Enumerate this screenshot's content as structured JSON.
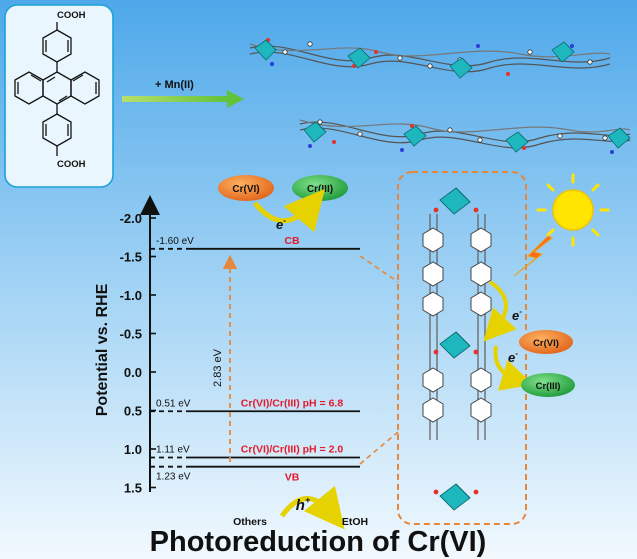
{
  "molecule": {
    "top_group": "COOH",
    "bottom_group": "COOH"
  },
  "reaction": {
    "reagent": "+ Mn(II)"
  },
  "energy_diagram": {
    "axis_title": "Potential vs. RHE",
    "y_ticks": [
      "-2.0",
      "-1.5",
      "-1.0",
      "-0.5",
      "0.0",
      "0.5",
      "1.0",
      "1.5"
    ],
    "levels": {
      "cb_value": "-1.60 eV",
      "cb_label": "CB",
      "l1_value": "0.51 eV",
      "l1_label": "Cr(VI)/Cr(III) pH = 6.8",
      "l2_value": "1.11 eV",
      "l2_label": "Cr(VI)/Cr(III) pH = 2.0",
      "vb_value": "1.23 eV",
      "vb_label": "VB"
    },
    "gap_label": "2.83 eV",
    "electron_label": "e",
    "electron_sup": "-",
    "hole_label": "h",
    "hole_sup": "+",
    "cr6_label": "Cr(VI)",
    "cr3_label": "Cr(III)",
    "others_label": "Others",
    "etoh_label": "EtOH"
  },
  "framework": {
    "electron_label": "e",
    "electron_sup": "-",
    "cr6_label": "Cr(VI)",
    "cr3_label": "Cr(III)"
  },
  "footer": {
    "title": "Photoreduction of Cr(VI)"
  },
  "colors": {
    "sky_top": "#5aaee8",
    "sky_bottom": "#e8f4fc",
    "red_label": "#e6192a",
    "orange": "#f08a24",
    "green": "#2fb24a",
    "teal": "#1aa9b0",
    "sun": "#ffe500",
    "dash_orange": "#e8863a"
  }
}
